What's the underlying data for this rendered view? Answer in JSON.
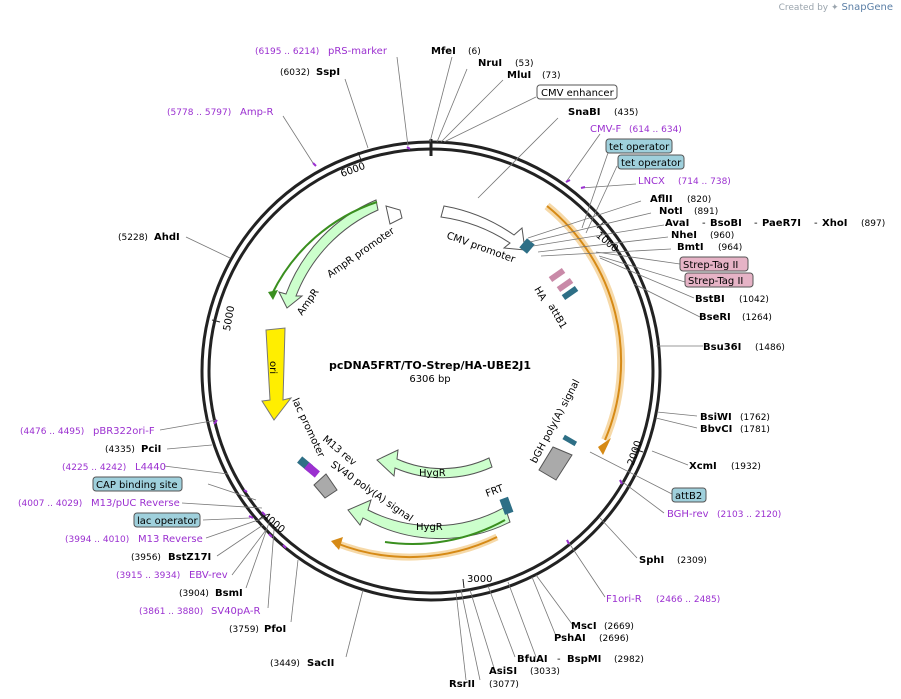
{
  "credit": {
    "prefix": "Created by",
    "brand": "SnapGene"
  },
  "plasmid": {
    "name": "pcDNA5FRT/TO-Strep/HA-UBE2J1",
    "size": "6306 bp"
  },
  "ring_ticks": [
    "1000",
    "2000",
    "3000",
    "4000",
    "5000",
    "6000"
  ],
  "sites": [
    {
      "id": "mfei",
      "name": "MfeI",
      "pos": "(6)"
    },
    {
      "id": "nrui",
      "name": "NruI",
      "pos": "(53)"
    },
    {
      "id": "mlui",
      "name": "MluI",
      "pos": "(73)"
    },
    {
      "id": "snabi",
      "name": "SnaBI",
      "pos": "(435)"
    },
    {
      "id": "aflii",
      "name": "AflII",
      "pos": "(820)"
    },
    {
      "id": "noti",
      "name": "NotI",
      "pos": "(891)"
    },
    {
      "id": "nhei",
      "name": "NheI",
      "pos": "(960)"
    },
    {
      "id": "bmti",
      "name": "BmtI",
      "pos": "(964)"
    },
    {
      "id": "bstbi",
      "name": "BstBI",
      "pos": "(1042)"
    },
    {
      "id": "bseri",
      "name": "BseRI",
      "pos": "(1264)"
    },
    {
      "id": "bsu36i",
      "name": "Bsu36I",
      "pos": "(1486)"
    },
    {
      "id": "bsiwi",
      "name": "BsiWI",
      "pos": "(1762)"
    },
    {
      "id": "bbvci",
      "name": "BbvCI",
      "pos": "(1781)"
    },
    {
      "id": "xcmi",
      "name": "XcmI",
      "pos": "(1932)"
    },
    {
      "id": "sphi",
      "name": "SphI",
      "pos": "(2309)"
    },
    {
      "id": "msci",
      "name": "MscI",
      "pos": "(2669)"
    },
    {
      "id": "pshai",
      "name": "PshAI",
      "pos": "(2696)"
    },
    {
      "id": "asisi",
      "name": "AsiSI",
      "pos": "(3033)"
    },
    {
      "id": "rsrii",
      "name": "RsrII",
      "pos": "(3077)"
    },
    {
      "id": "sacii",
      "name": "SacII",
      "pos": "(3449)"
    },
    {
      "id": "pfoi",
      "name": "PfoI",
      "pos": "(3759)"
    },
    {
      "id": "bsmi",
      "name": "BsmI",
      "pos": "(3904)"
    },
    {
      "id": "bstz17i",
      "name": "BstZ17I",
      "pos": "(3956)"
    },
    {
      "id": "pcii",
      "name": "PciI",
      "pos": "(4335)"
    },
    {
      "id": "ahdi",
      "name": "AhdI",
      "pos": "(5228)"
    },
    {
      "id": "sspi",
      "name": "SspI",
      "pos": "(6032)"
    }
  ],
  "multi_sites": {
    "ava": {
      "n1": "AvaI",
      "n2": "BsoBI",
      "n3": "PaeR7I",
      "n4": "XhoI",
      "pos": "(897)"
    },
    "bfu": {
      "n1": "BfuAI",
      "n2": "BspMI",
      "pos": "(2982)"
    }
  },
  "primers": [
    {
      "id": "prs",
      "name": "pRS-marker",
      "range": "(6195 .. 6214)"
    },
    {
      "id": "ampr",
      "name": "Amp-R",
      "range": "(5778 .. 5797)"
    },
    {
      "id": "cmvf",
      "name": "CMV-F",
      "range": "(614 .. 634)"
    },
    {
      "id": "lncx",
      "name": "LNCX",
      "range": "(714 .. 738)"
    },
    {
      "id": "bghrev",
      "name": "BGH-rev",
      "range": "(2103 .. 2120)"
    },
    {
      "id": "f1ori",
      "name": "F1ori-R",
      "range": "(2466 .. 2485)"
    },
    {
      "id": "pbr",
      "name": "pBR322ori-F",
      "range": "(4476 .. 4495)"
    },
    {
      "id": "l4440",
      "name": "L4440",
      "range": "(4225 .. 4242)"
    },
    {
      "id": "m13puc",
      "name": "M13/pUC Reverse",
      "range": "(4007 .. 4029)"
    },
    {
      "id": "m13rev",
      "name": "M13 Reverse",
      "range": "(3994 .. 4010)"
    },
    {
      "id": "ebv",
      "name": "EBV-rev",
      "range": "(3915 .. 3934)"
    },
    {
      "id": "sv40pa",
      "name": "SV40pA-R",
      "range": "(3861 .. 3880)"
    }
  ],
  "boxes": [
    {
      "id": "cmvenh",
      "text": "CMV enhancer"
    },
    {
      "id": "teto1",
      "text": "tet operator"
    },
    {
      "id": "teto2",
      "text": "tet operator"
    },
    {
      "id": "strep1",
      "text": "Strep-Tag II"
    },
    {
      "id": "strep2",
      "text": "Strep-Tag II"
    },
    {
      "id": "attb2",
      "text": "attB2"
    },
    {
      "id": "cap",
      "text": "CAP binding site"
    },
    {
      "id": "laco",
      "text": "lac operator"
    }
  ],
  "features": [
    {
      "id": "cmvprom",
      "text": "CMV promoter"
    },
    {
      "id": "ha",
      "text": "HA"
    },
    {
      "id": "attb1",
      "text": "attB1"
    },
    {
      "id": "bgh",
      "text": "bGH poly(A) signal"
    },
    {
      "id": "hygr1",
      "text": "HygR"
    },
    {
      "id": "hygr2",
      "text": "HygR"
    },
    {
      "id": "frt",
      "text": "FRT"
    },
    {
      "id": "sv40",
      "text": "SV40 poly(A) signal"
    },
    {
      "id": "m13",
      "text": "M13 rev"
    },
    {
      "id": "lacp",
      "text": "lac promoter"
    },
    {
      "id": "ori",
      "text": "ori"
    },
    {
      "id": "amprf",
      "text": "AmpR"
    },
    {
      "id": "amprp",
      "text": "AmpR promoter"
    }
  ],
  "colors": {
    "enzyme": "#000000",
    "primer": "#9b30d0",
    "ring": "#222222",
    "ori": "#ffee00",
    "ampr": "#ccffcc",
    "promoter": "#ffffff",
    "orange": "#e6a23c",
    "green_line": "#3a8f1f",
    "box_blue": "#9fd0dc",
    "box_pink": "#e6b3c6",
    "gray": "#aaaaaa",
    "teal": "#2e6f86"
  }
}
